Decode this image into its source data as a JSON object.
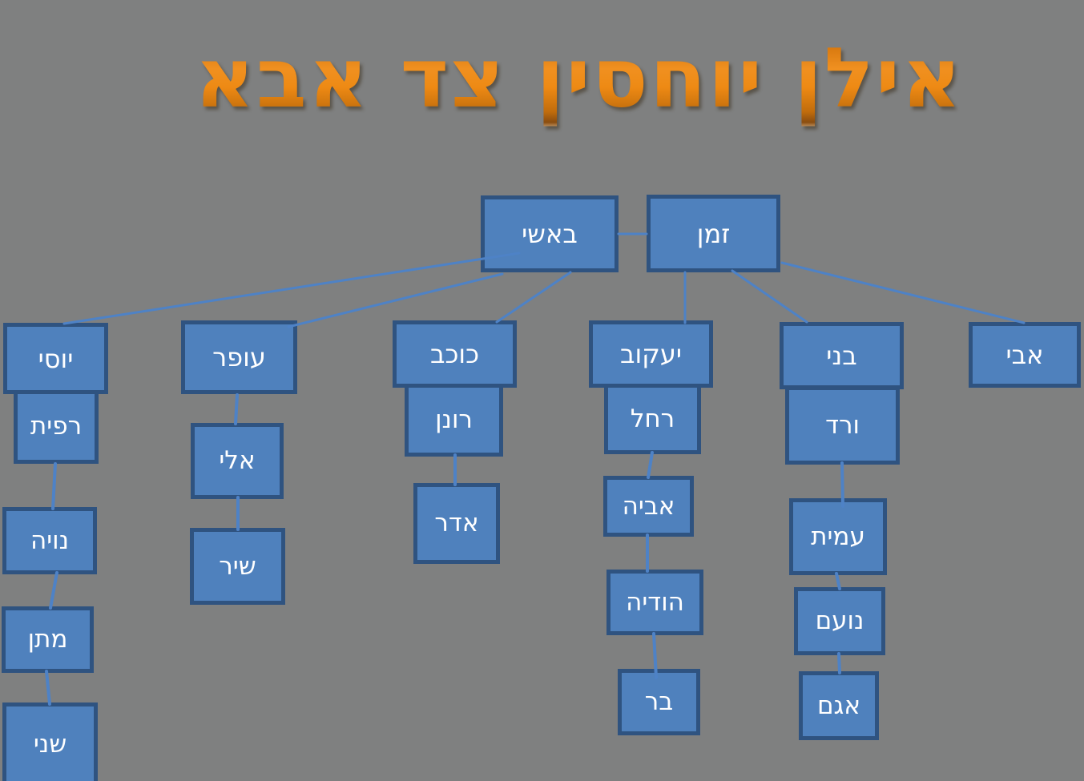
{
  "title": {
    "text": "אילן יוחסין צד אבא"
  },
  "colors": {
    "background": "#7f8080",
    "node_fill": "#4f81bd",
    "node_border": "#2f5380",
    "node_text": "#ffffff",
    "connector": "#4e82c6",
    "title_orange": "#e8860f"
  },
  "nodes": {
    "bashi": "באשי",
    "zaman": "זמן",
    "yossi": "יוסי",
    "ofer": "עופר",
    "kochav": "כוכב",
    "yaakov": "יעקוב",
    "beni": "בני",
    "avi": "אבי",
    "rafit": "רפית",
    "noya": "נויה",
    "matan": "מתן",
    "shani": "שני",
    "eli": "אלי",
    "shir": "שיר",
    "ronen": "רונן",
    "adar": "אדר",
    "rachel": "רחל",
    "aviya": "אביה",
    "hodaya": "הודיה",
    "bar": "בר",
    "vered": "ורד",
    "amit": "עמית",
    "noam": "נועם",
    "agam": "אגם"
  },
  "family_structure": {
    "root_couple": [
      "באשי",
      "זמן"
    ],
    "branches": [
      {
        "parent": "באשי",
        "head": "יוסי",
        "descendant_chain": [
          "רפית",
          "נויה",
          "מתן",
          "שני"
        ]
      },
      {
        "parent": "באשי",
        "head": "עופר",
        "descendant_chain": [
          "אלי",
          "שיר"
        ]
      },
      {
        "parent": "באשי",
        "head": "כוכב",
        "descendant_chain": [
          "רונן",
          "אדר"
        ]
      },
      {
        "parent": "זמן",
        "head": "יעקוב",
        "descendant_chain": [
          "רחל",
          "אביה",
          "הודיה",
          "בר"
        ]
      },
      {
        "parent": "זמן",
        "head": "בני",
        "descendant_chain": [
          "ורד",
          "עמית",
          "נועם",
          "אגם"
        ]
      },
      {
        "parent": "זמן",
        "head": "אבי",
        "descendant_chain": []
      }
    ]
  }
}
